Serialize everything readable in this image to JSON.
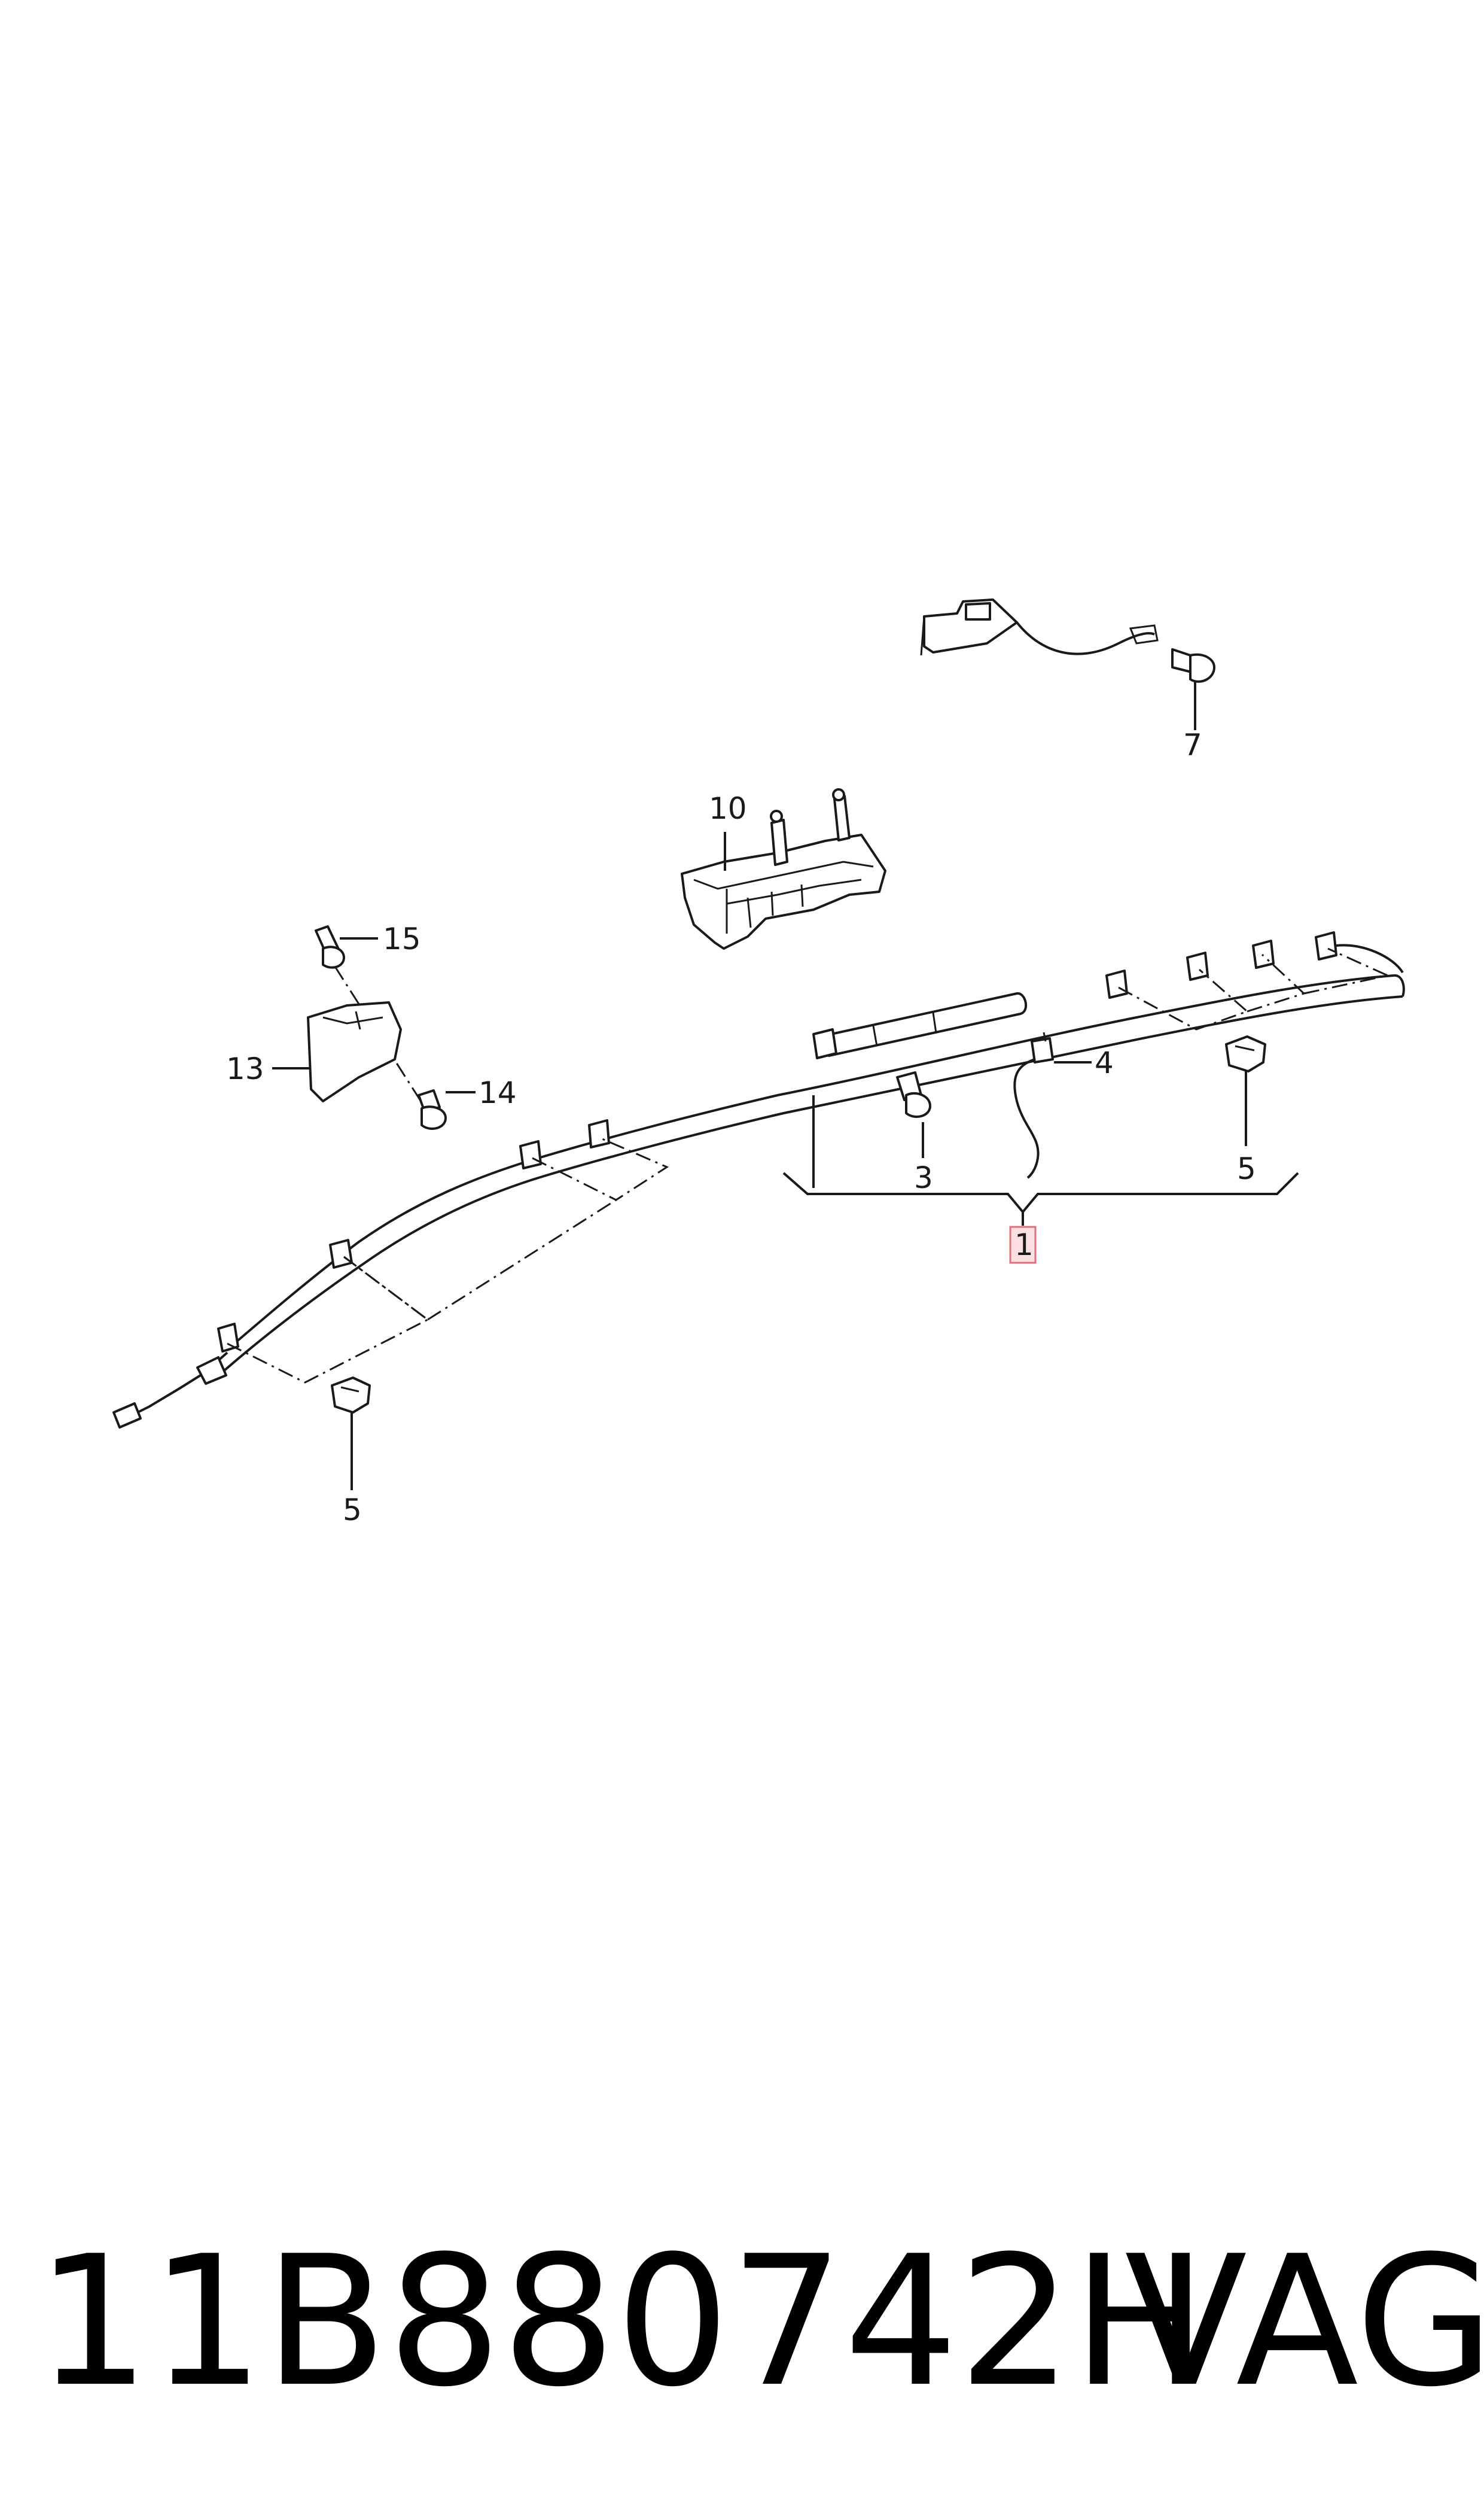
{
  "callouts": {
    "c1": "1",
    "c3": "3",
    "c4": "4",
    "c5a": "5",
    "c5b": "5",
    "c7": "7",
    "c10": "10",
    "c13": "13",
    "c14": "14",
    "c15": "15"
  },
  "footer": {
    "part_number": "11B880742H",
    "brand": "VAG"
  },
  "colors": {
    "line": "#1a1a1a",
    "highlight_fill": "#fbdfe1",
    "highlight_stroke": "#e0707c"
  }
}
